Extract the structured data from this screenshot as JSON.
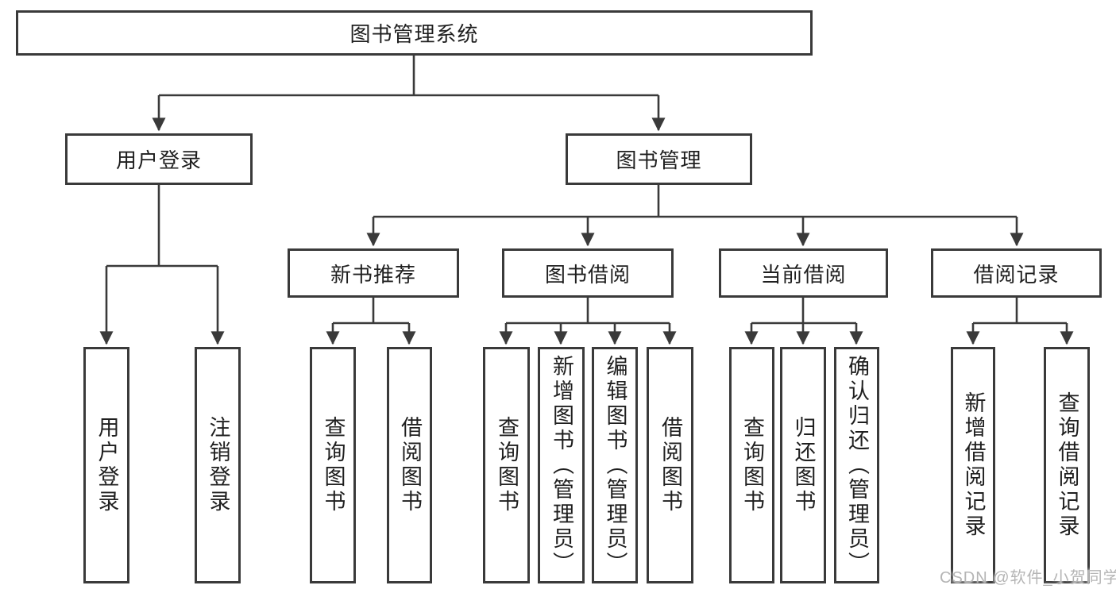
{
  "diagram": {
    "type": "hierarchy-flowchart",
    "root": {
      "label": "图书管理系统"
    },
    "branches": [
      {
        "label": "用户登录",
        "children": [
          {
            "label": "用户登录"
          },
          {
            "label": "注销登录"
          }
        ]
      },
      {
        "label": "图书管理",
        "children": [
          {
            "label": "新书推荐",
            "children": [
              {
                "label": "查询图书"
              },
              {
                "label": "借阅图书"
              }
            ]
          },
          {
            "label": "图书借阅",
            "children": [
              {
                "label": "查询图书"
              },
              {
                "label": "新增图书（管理员）"
              },
              {
                "label": "编辑图书（管理员）"
              },
              {
                "label": "借阅图书"
              }
            ]
          },
          {
            "label": "当前借阅",
            "children": [
              {
                "label": "查询图书"
              },
              {
                "label": "归还图书"
              },
              {
                "label": "确认归还（管理员）"
              }
            ]
          },
          {
            "label": "借阅记录",
            "children": [
              {
                "label": "新增借阅记录"
              },
              {
                "label": "查询借阅记录"
              }
            ]
          }
        ]
      }
    ],
    "colors": {
      "line": "#3a3a3a",
      "text": "#1f1f1f",
      "watermark": "#b5b5b5",
      "background": "#ffffff"
    }
  },
  "watermark": {
    "text": "CSDN @软件_小贺同学"
  }
}
